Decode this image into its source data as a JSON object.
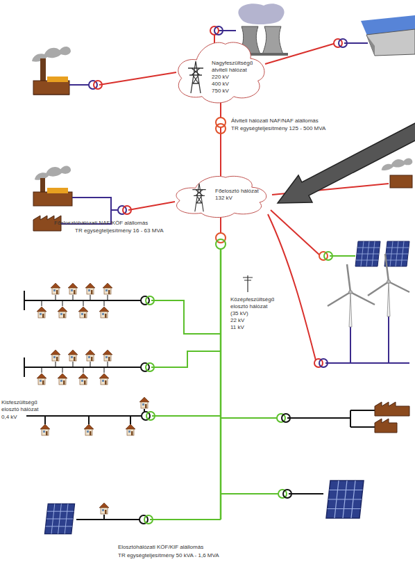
{
  "diagram": {
    "nodes": [
      {
        "text": [
          "Nagyfeszültségű átviteli hálózat",
          "220 kV",
          "400 kV",
          "750 kV"
        ]
      },
      {
        "text": [
          "Főelosztó hálózat",
          "132 kV"
        ]
      }
    ],
    "edges": [
      {
        "from": 0,
        "to": 1,
        "arrow": "none"
      }
    ],
    "labels": [
      "Átviteli hálózati NAF/NAF alállomás",
      "TR egységteljesítmény 125 - 500 MVA",
      "Főelosztóhálózati NAF/KÖF alállomás",
      "TR egységteljesítmény 16 - 63 MVA",
      "Középfeszültségű",
      "elosztó hálózat",
      "(35 kV)",
      "22 kV",
      "11 kV",
      "Kisfeszültségű",
      "elosztó hálózat",
      "0,4 kV",
      "Elosztóhálózati KÖF/KIF alállomás",
      "TR egységteljesítmény 50 kVA - 1,6 MVA"
    ]
  }
}
